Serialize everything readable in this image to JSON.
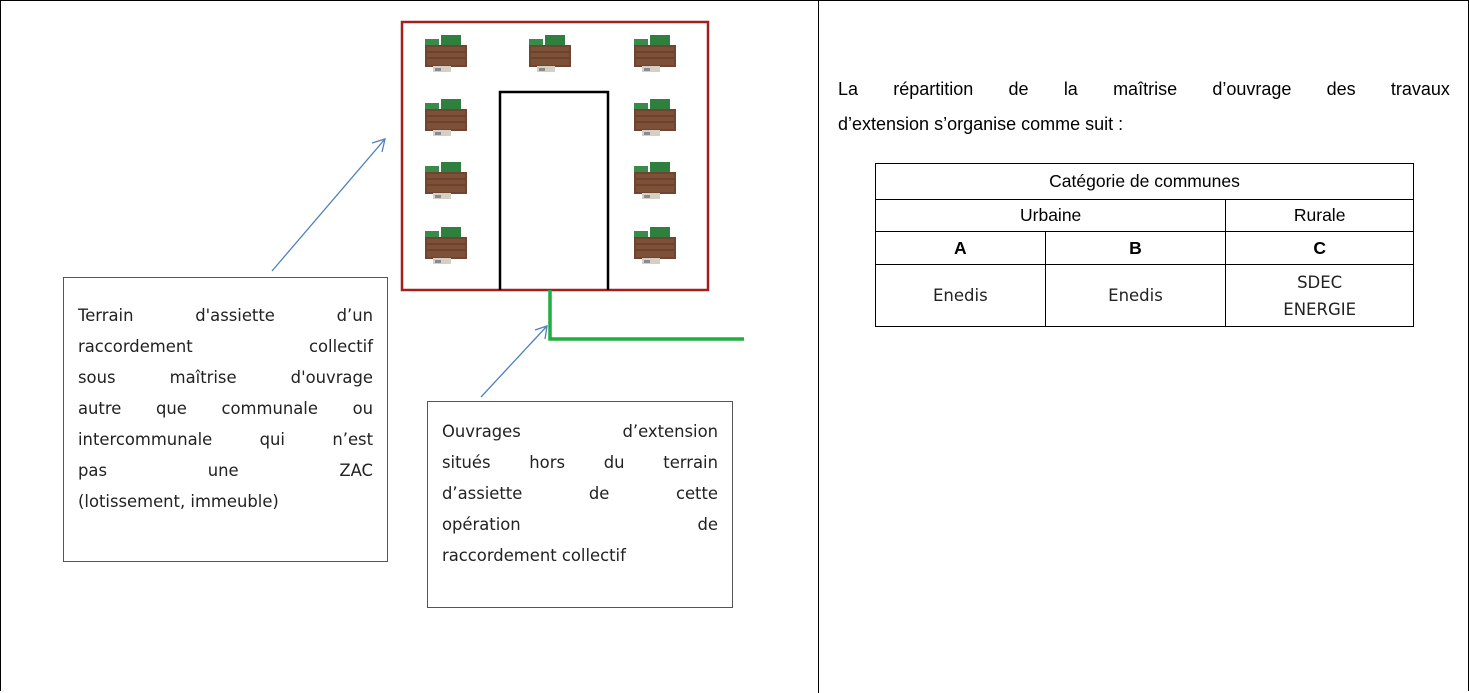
{
  "left_panel": {
    "callout_terrain": {
      "lines": [
        [
          "Terrain",
          "d'assiette",
          "d’un"
        ],
        [
          "raccordement",
          "collectif"
        ],
        [
          "sous",
          "maîtrise",
          "d'ouvrage"
        ],
        [
          "autre",
          "que",
          "communale",
          "ou"
        ],
        [
          "intercommunale",
          "qui",
          "n’est"
        ],
        [
          "pas",
          "une",
          "ZAC"
        ],
        [
          "(lotissement, immeuble)"
        ]
      ]
    },
    "callout_ouvrages": {
      "lines": [
        [
          "Ouvrages",
          "d’extension"
        ],
        [
          "situés",
          "hors",
          "du",
          "terrain"
        ],
        [
          "d’assiette",
          "de",
          "cette"
        ],
        [
          "opération",
          "de"
        ],
        [
          "raccordement collectif"
        ]
      ]
    },
    "diagram": {
      "boundary_color": "#a01f1f",
      "road_color": "#000000",
      "network_color": "#1fae3f",
      "arrow_color": "#4f81bd",
      "house_icon": "house-icon"
    }
  },
  "right_panel": {
    "intro": {
      "lines": [
        [
          "La",
          "répartition",
          "de",
          "la",
          "maîtrise",
          "d’ouvrage",
          "des",
          "travaux"
        ],
        [
          "d’extension s’organise comme suit :"
        ]
      ]
    },
    "table": {
      "header": "Catégorie de communes",
      "groups": [
        "Urbaine",
        "Rurale"
      ],
      "categories": [
        "A",
        "B",
        "C"
      ],
      "values": [
        "Enedis",
        "Enedis",
        "SDEC ENERGIE"
      ],
      "value_c_lines": [
        "SDEC",
        "ENERGIE"
      ]
    }
  }
}
